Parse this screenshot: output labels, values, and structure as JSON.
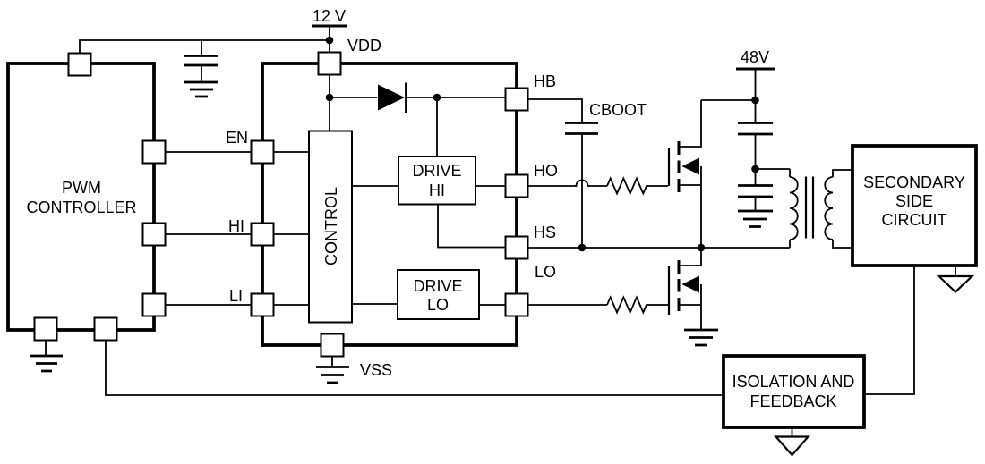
{
  "diagram": {
    "rails": {
      "v12": "12 V",
      "v48": "48V"
    },
    "pwm_controller": {
      "line1": "PWM",
      "line2": "CONTROLLER"
    },
    "gate_driver": {
      "control_label": "CONTROL",
      "drive_hi": {
        "line1": "DRIVE",
        "line2": "HI"
      },
      "drive_lo": {
        "line1": "DRIVE",
        "line2": "LO"
      },
      "pins": {
        "vdd": "VDD",
        "vss": "VSS",
        "en": "EN",
        "hi": "HI",
        "li": "LI",
        "hb": "HB",
        "ho": "HO",
        "hs": "HS",
        "lo": "LO"
      }
    },
    "components": {
      "bootstrap_cap": "CBOOT"
    },
    "secondary_side": {
      "line1": "SECONDARY",
      "line2": "SIDE",
      "line3": "CIRCUIT"
    },
    "isolation_feedback": {
      "line1": "ISOLATION AND",
      "line2": "FEEDBACK"
    },
    "colors": {
      "line": "#000000",
      "background": "#ffffff"
    }
  }
}
